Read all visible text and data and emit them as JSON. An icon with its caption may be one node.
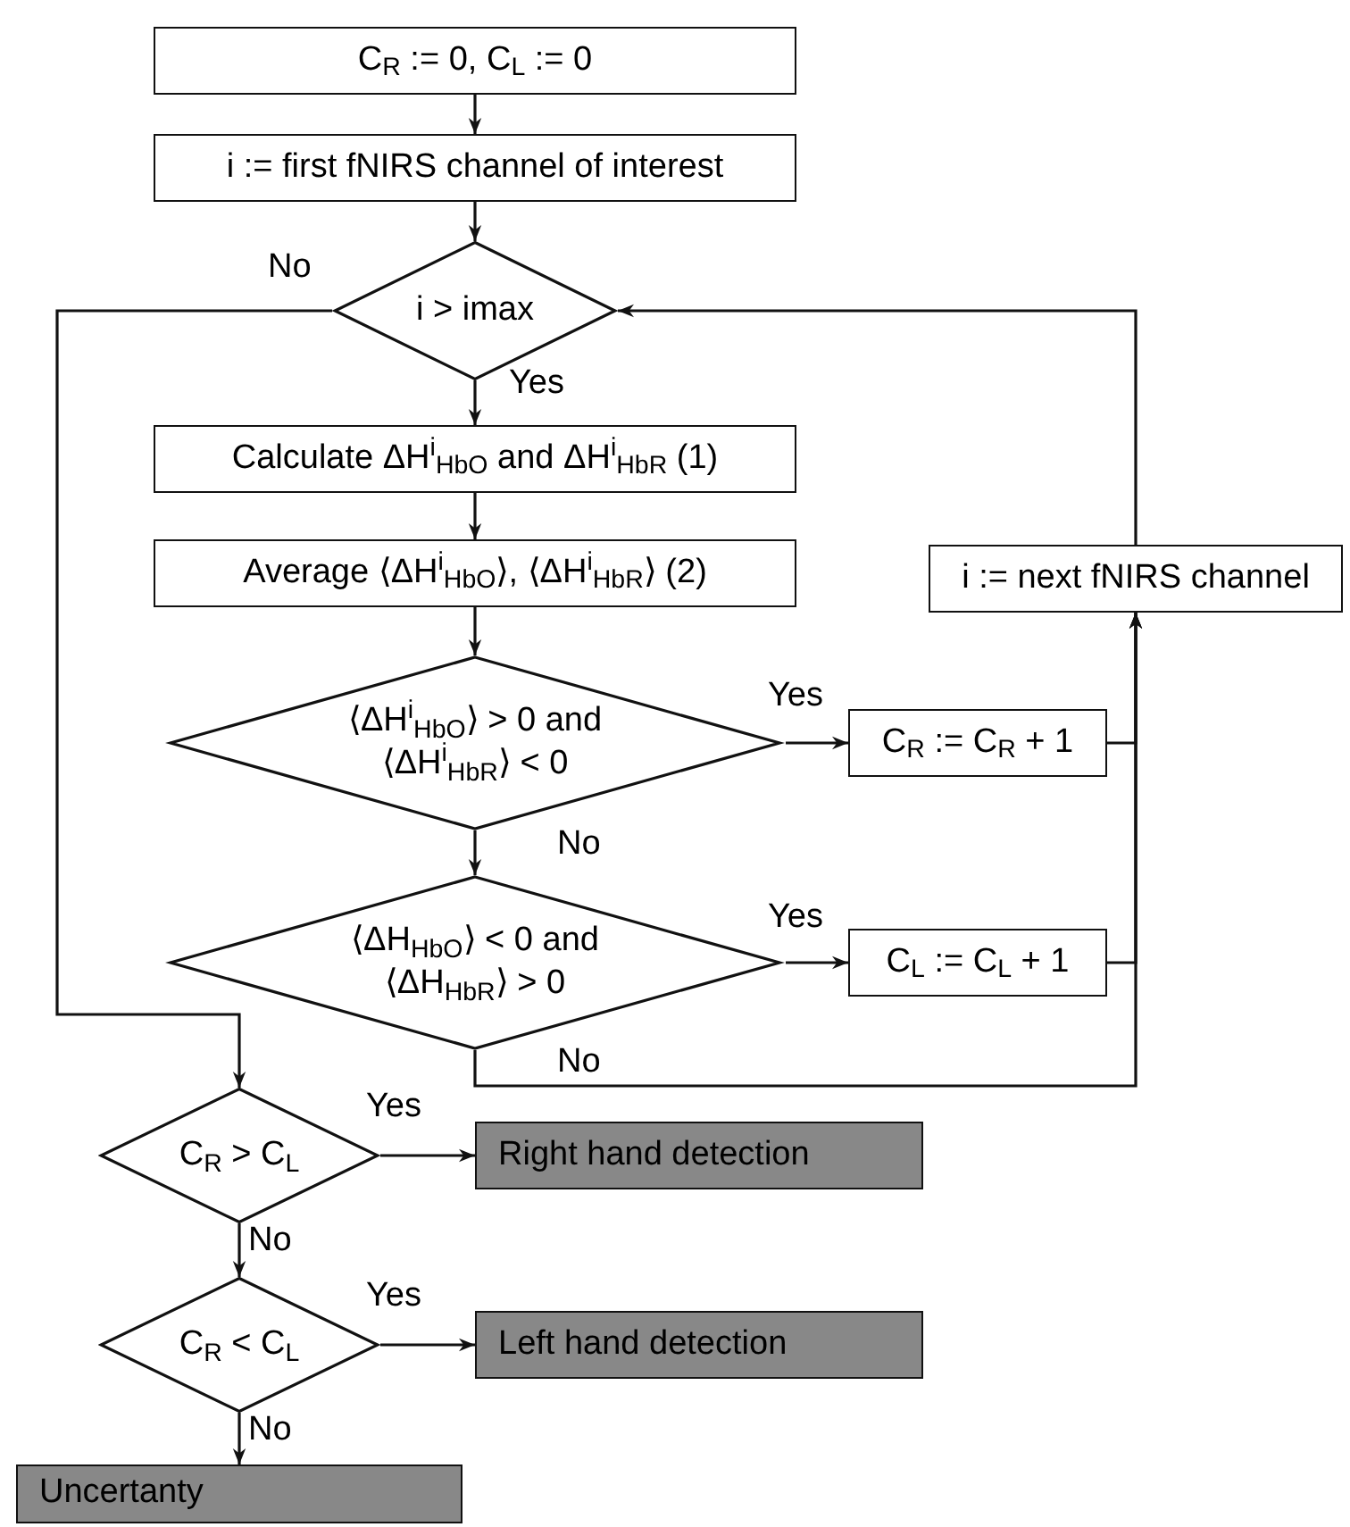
{
  "diagram": {
    "nodes": [
      {
        "text": [
          "C$_{R}$ := 0, C$_{L}$ := 0"
        ]
      },
      {
        "text": [
          "i := first fNIRS channel of interest"
        ]
      },
      {
        "text": [
          "i > imax"
        ]
      },
      {
        "text": [
          "Calculate ΔH$^{i}$$_{HbO}$ and ΔH$^{i}$$_{HbR}$ (1)"
        ]
      },
      {
        "text": [
          "Average ⟨ΔH$^{i}$$_{HbO}$⟩, ⟨ΔH$^{i}$$_{HbR}$⟩ (2)"
        ]
      },
      {
        "text": [
          "i := next fNIRS channel"
        ]
      },
      {
        "text": [
          "⟨ΔH$^{i}$$_{HbO}$⟩ > 0 and ⟨ΔH$^{i}$$_{HbR}$⟩ < 0"
        ]
      },
      {
        "text": [
          "C$_{R}$ := C$_{R}$ + 1"
        ]
      },
      {
        "text": [
          "⟨ΔH$_{HbO}$⟩ < 0 and ⟨ΔH$_{HbR}$⟩ > 0"
        ]
      },
      {
        "text": [
          "C$_{L}$ := C$_{L}$ + 1"
        ]
      },
      {
        "text": [
          "C$_{R}$ > C$_{L}$"
        ]
      },
      {
        "text": [
          "Right hand detection"
        ]
      },
      {
        "text": [
          "C$_{R}$ < C$_{L}$"
        ]
      },
      {
        "text": [
          "Left hand detection"
        ]
      },
      {
        "text": [
          "Uncertanty"
        ]
      }
    ],
    "edges": [
      {
        "from": 0,
        "to": 1,
        "arrow": "to"
      },
      {
        "from": 1,
        "to": 2,
        "arrow": "to"
      },
      {
        "from": 2,
        "to": 3,
        "arrow": "to",
        "label": "Yes"
      },
      {
        "from": 2,
        "to": 10,
        "arrow": "to",
        "label": "No"
      },
      {
        "from": 3,
        "to": 4,
        "arrow": "to"
      },
      {
        "from": 4,
        "to": 6,
        "arrow": "to"
      },
      {
        "from": 6,
        "to": 7,
        "arrow": "to",
        "label": "Yes"
      },
      {
        "from": 6,
        "to": 8,
        "arrow": "to",
        "label": "No"
      },
      {
        "from": 8,
        "to": 9,
        "arrow": "to",
        "label": "Yes"
      },
      {
        "from": 8,
        "to": 5,
        "arrow": "to",
        "label": "No"
      },
      {
        "from": 7,
        "to": 5,
        "arrow": "to"
      },
      {
        "from": 9,
        "to": 5,
        "arrow": "to"
      },
      {
        "from": 5,
        "to": 2,
        "arrow": "to"
      },
      {
        "from": 10,
        "to": 11,
        "arrow": "to",
        "label": "Yes"
      },
      {
        "from": 10,
        "to": 12,
        "arrow": "to",
        "label": "No"
      },
      {
        "from": 12,
        "to": 13,
        "arrow": "to",
        "label": "Yes"
      },
      {
        "from": 12,
        "to": 14,
        "arrow": "to",
        "label": "No"
      }
    ]
  }
}
